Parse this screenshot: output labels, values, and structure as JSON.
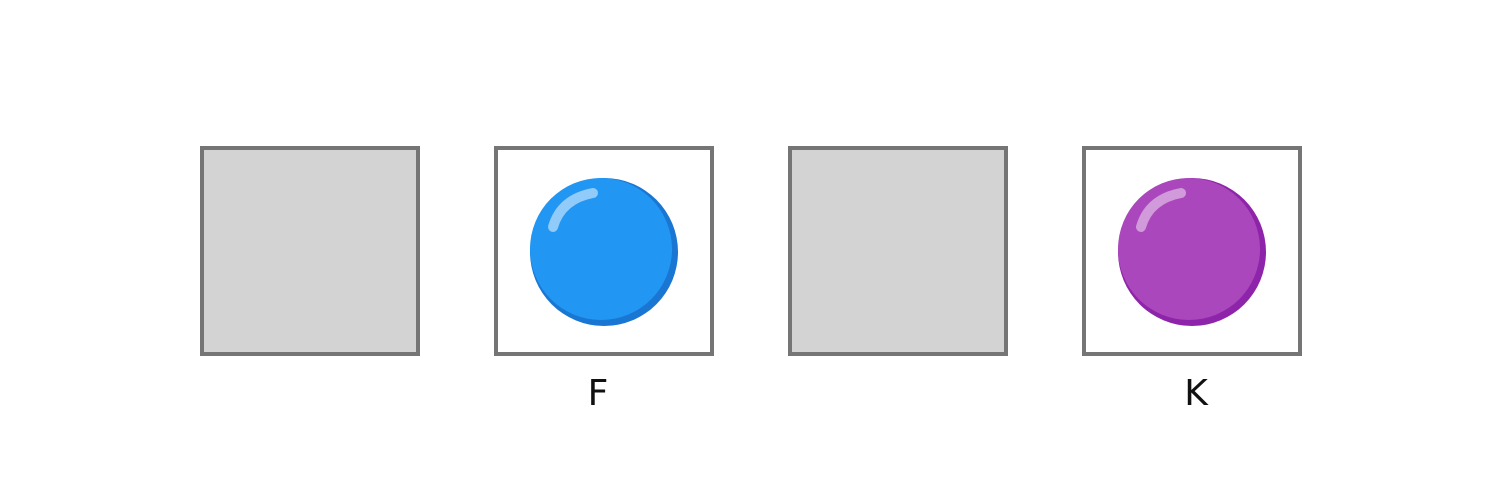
{
  "cards": [
    {
      "state": "face-down",
      "label": "",
      "ball_color": null,
      "ball_shade": null
    },
    {
      "state": "face-up",
      "label": "F",
      "ball_color": "#2196f3",
      "ball_shade": "#1976d2"
    },
    {
      "state": "face-down",
      "label": "",
      "ball_color": null,
      "ball_shade": null
    },
    {
      "state": "face-up",
      "label": "K",
      "ball_color": "#ab47bc",
      "ball_shade": "#8e24aa"
    }
  ],
  "colors": {
    "card_border": "#757575",
    "face_down_fill": "#d3d3d3",
    "face_up_fill": "#ffffff",
    "highlight": "#ffffff"
  }
}
